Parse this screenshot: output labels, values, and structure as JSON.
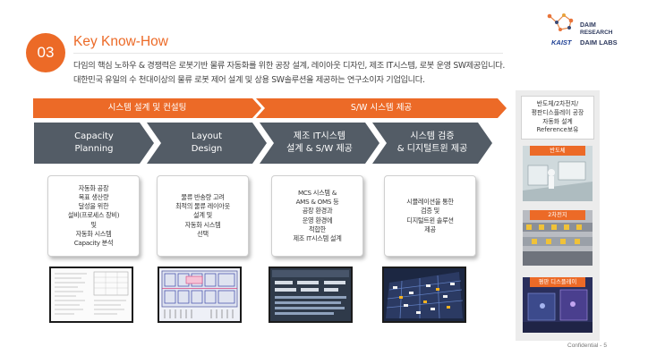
{
  "header": {
    "number": "03",
    "title": "Key Know-How",
    "desc_lines": [
      "다임의 핵심 노하우 & 경쟁력은 로봇기반 물류 자동화를 위한 공장 설계, 레이아웃 디자인, 제조 IT시스템, 로봇 운영 SW제공입니다.",
      "대한민국 유일의 수 천대이상의 물류 로봇 제어 설계 및 상용 SW솔루션을 제공하는 연구소이자 기업입니다."
    ]
  },
  "logo": {
    "daim": "DAIM",
    "research": "RESEARCH",
    "kaist": "KAIST",
    "labs": "DAIM LABS"
  },
  "bands": [
    "시스템 설계 및 컨설팅",
    "S/W 시스템 제공"
  ],
  "steps": [
    {
      "title": [
        "Capacity",
        "Planning"
      ],
      "body": [
        "자동화 공장",
        "목표 생산량",
        "달성을 위한",
        "설비(프로세스 장비)",
        "및",
        "자동화 시스템",
        "Capacity 분석"
      ]
    },
    {
      "title": [
        "Layout",
        "Design"
      ],
      "body": [
        "물류 반송량 고려",
        "최적의 물류 레이아웃",
        "설계 및",
        "자동화 시스템",
        "선택"
      ]
    },
    {
      "title": [
        "제조 IT시스템",
        "설계 & S/W 제공"
      ],
      "body": [
        "MCS 시스템 &",
        "AMS & OMS 등",
        "공장 환경과",
        "운영 환경에",
        "적합한",
        "제조 IT시스템 설계"
      ]
    },
    {
      "title": [
        "시스템 검증",
        "& 디지털트윈 제공"
      ],
      "body": [
        "시뮬레이션을 통한",
        "검증 및",
        "디지털트윈 솔루션",
        "제공"
      ]
    }
  ],
  "side": {
    "box": [
      "반도체/2차전지/",
      "평판디스플레이 공장",
      "자동화 설계",
      "Reference보유"
    ],
    "photos": [
      "반도체",
      "2차전지",
      "평판 디스플레이"
    ]
  },
  "footer": {
    "label": "Confidential",
    "page": "5"
  },
  "colors": {
    "accent": "#ec6a27",
    "chevron": "#535c66",
    "side_bg": "#ececec"
  }
}
